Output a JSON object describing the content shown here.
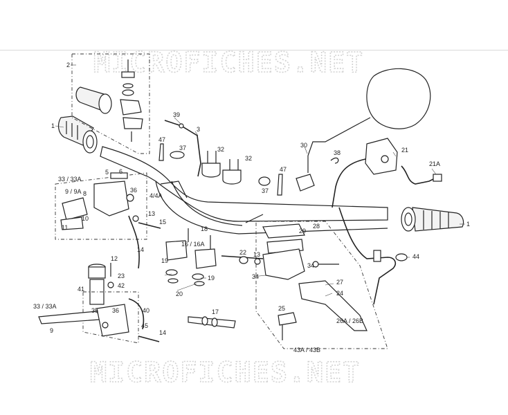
{
  "watermark": {
    "text": "MICROFICHES.NET"
  },
  "callouts": {
    "c2": "2",
    "c1_left": "1",
    "c1_right": "1",
    "c39": "39",
    "c3": "3",
    "c47_a": "47",
    "c37_a": "37",
    "c32_a": "32",
    "c32_b": "32",
    "c30": "30",
    "c38": "38",
    "c21": "21",
    "c21a": "21A",
    "c33_33a_top": "33 / 33A",
    "c5": "5",
    "c6": "6",
    "c9_9a": "9 / 9A",
    "c8": "8",
    "c36_top": "36",
    "c44a": "4/4A",
    "c10": "10",
    "c11": "11",
    "c13_left": "13",
    "c15": "15",
    "c18": "18",
    "c47_b": "47",
    "c37_b": "37",
    "c29": "29",
    "c28": "28",
    "c16_16a": "16 / 16A",
    "c14_top": "14",
    "c22": "22",
    "c13_mid": "13",
    "c12": "12",
    "c19_a": "19",
    "c19_b": "19",
    "c23": "23",
    "c34_a": "34",
    "c34_b": "34",
    "c44": "44",
    "c42": "42",
    "c41": "41",
    "c20": "20",
    "c27": "27",
    "c24": "24",
    "c33_33a_bottom": "33 / 33A",
    "c35": "35",
    "c36_bottom": "36",
    "c40": "40",
    "c17": "17",
    "c25": "25",
    "c45": "45",
    "c26a_26b": "26A / 26B",
    "c9": "9",
    "c14_bottom": "14",
    "c43a_43b": "43A / 43B"
  }
}
